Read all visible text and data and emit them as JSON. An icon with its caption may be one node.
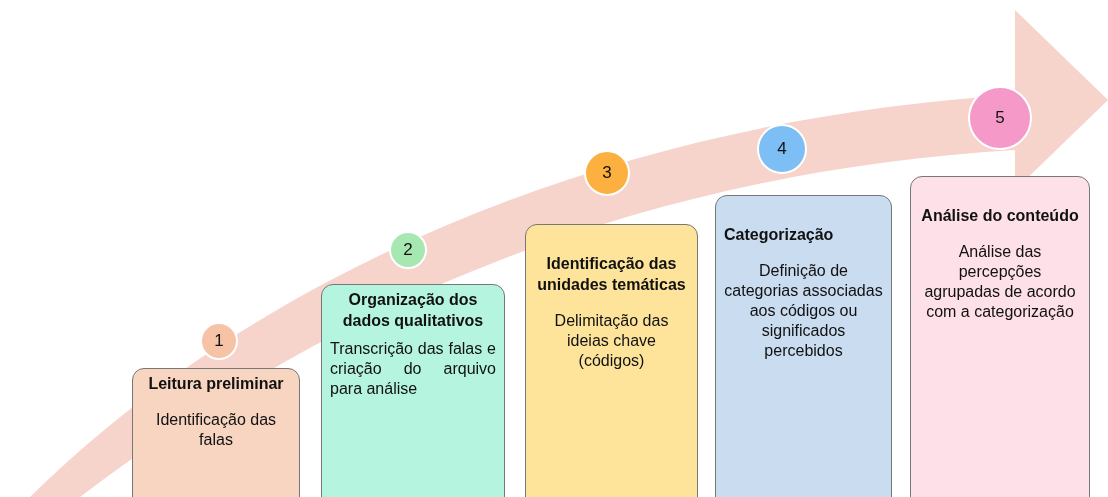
{
  "diagram": {
    "nodes": [
      {
        "text": [
          "1"
        ]
      },
      {
        "text": [
          "Leitura preliminar",
          "Identificação das falas"
        ]
      },
      {
        "text": [
          "2"
        ]
      },
      {
        "text": [
          "Organização dos dados qualitativos",
          "Transcrição das falas e criação do arquivo para análise"
        ]
      },
      {
        "text": [
          "3"
        ]
      },
      {
        "text": [
          "Identificação das unidades temáticas",
          "Delimitação das ideias chave (códigos)"
        ]
      },
      {
        "text": [
          "4"
        ]
      },
      {
        "text": [
          "Categorização",
          "Definição de categorias associadas aos códigos ou significados percebidos"
        ]
      },
      {
        "text": [
          "5"
        ]
      },
      {
        "text": [
          "Análise do conteúdo",
          "Análise das percepções agrupadas de acordo com a categorização"
        ]
      }
    ]
  }
}
